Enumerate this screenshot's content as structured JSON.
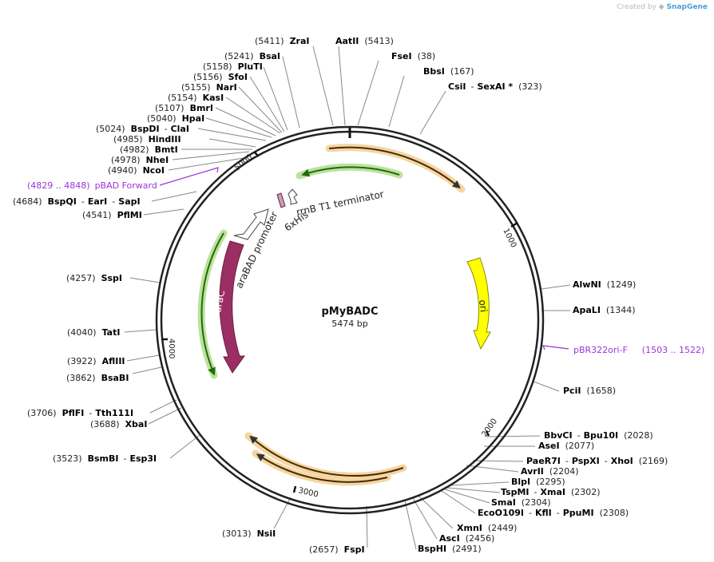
{
  "credit": {
    "prefix": "Created by",
    "brand": "SnapGene"
  },
  "plasmid": {
    "name": "pMyBADC",
    "size_label": "5474 bp"
  },
  "ticks": [
    "1000",
    "2000",
    "3000",
    "4000",
    "5000"
  ],
  "features": {
    "arac": "araC",
    "ori": "ori",
    "promoter": "araBAD promoter",
    "his": "6xHis",
    "terminator": "rrnB T1 terminator"
  },
  "primers": [
    {
      "pos": "(4829 .. 4848)",
      "name": "pBAD Forward"
    },
    {
      "pos": "(1503 .. 1522)",
      "name": "pBR322ori-F"
    }
  ],
  "sites_left": [
    {
      "pos": "(5411)",
      "name": "ZraI"
    },
    {
      "pos": "(5241)",
      "name": "BsaI"
    },
    {
      "pos": "(5158)",
      "name": "PluTI"
    },
    {
      "pos": "(5156)",
      "name": "SfoI"
    },
    {
      "pos": "(5155)",
      "name": "NarI"
    },
    {
      "pos": "(5154)",
      "name": "KasI"
    },
    {
      "pos": "(5107)",
      "name": "BmrI"
    },
    {
      "pos": "(5040)",
      "name": "HpaI"
    },
    {
      "pos": "(5024)",
      "name": "BspDI",
      "alt": "ClaI"
    },
    {
      "pos": "(4985)",
      "name": "HindIII"
    },
    {
      "pos": "(4982)",
      "name": "BmtI"
    },
    {
      "pos": "(4978)",
      "name": "NheI"
    },
    {
      "pos": "(4940)",
      "name": "NcoI"
    },
    {
      "pos": "(4684)",
      "name": "BspQI",
      "alt": "EarI",
      "alt2": "SapI"
    },
    {
      "pos": "(4541)",
      "name": "PflMI"
    },
    {
      "pos": "(4257)",
      "name": "SspI"
    },
    {
      "pos": "(4040)",
      "name": "TatI"
    },
    {
      "pos": "(3922)",
      "name": "AflIII"
    },
    {
      "pos": "(3862)",
      "name": "BsaBI"
    },
    {
      "pos": "(3706)",
      "name": "PflFI",
      "alt": "Tth111I"
    },
    {
      "pos": "(3688)",
      "name": "XbaI"
    },
    {
      "pos": "(3523)",
      "name": "BsmBI",
      "alt": "Esp3I"
    },
    {
      "pos": "(3013)",
      "name": "NsiI"
    },
    {
      "pos": "(2657)",
      "name": "FspI"
    }
  ],
  "sites_right": [
    {
      "name": "AatII",
      "pos": "(5413)"
    },
    {
      "name": "FseI",
      "pos": "(38)"
    },
    {
      "name": "BbsI",
      "pos": "(167)"
    },
    {
      "name": "CsiI",
      "alt": "SexAI *",
      "pos": "(323)"
    },
    {
      "name": "AlwNI",
      "pos": "(1249)"
    },
    {
      "name": "ApaLI",
      "pos": "(1344)"
    },
    {
      "name": "PciI",
      "pos": "(1658)"
    },
    {
      "name": "BbvCI",
      "alt": "Bpu10I",
      "pos": "(2028)"
    },
    {
      "name": "AseI",
      "pos": "(2077)"
    },
    {
      "name": "PaeR7I",
      "alt": "PspXI",
      "alt2": "XhoI",
      "pos": "(2169)"
    },
    {
      "name": "AvrII",
      "pos": "(2204)"
    },
    {
      "name": "BlpI",
      "pos": "(2295)"
    },
    {
      "name": "TspMI",
      "alt": "XmaI",
      "pos": "(2302)"
    },
    {
      "name": "SmaI",
      "pos": "(2304)"
    },
    {
      "name": "EcoO109I",
      "alt": "KflI",
      "alt2": "PpuMI",
      "pos": "(2308)"
    },
    {
      "name": "XmnI",
      "pos": "(2449)"
    },
    {
      "name": "AscI",
      "pos": "(2456)"
    },
    {
      "name": "BspHI",
      "pos": "(2491)"
    }
  ]
}
